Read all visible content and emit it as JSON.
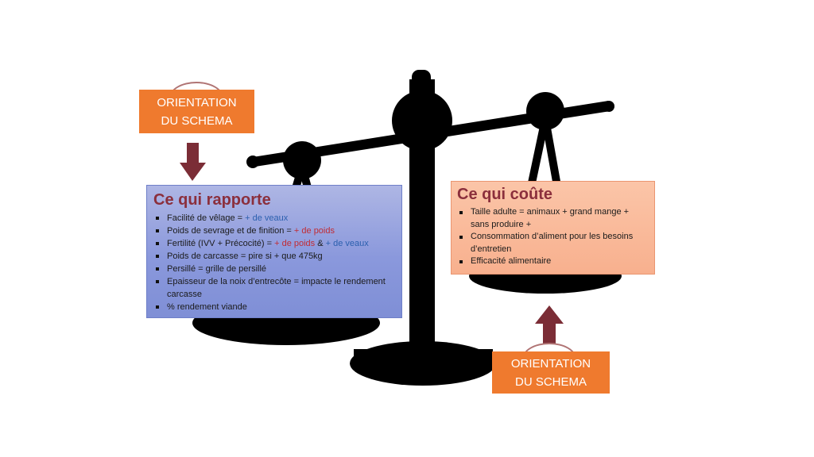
{
  "colors": {
    "scale": "#000000",
    "orientation_box": "#ef7a2e",
    "arrow": "#7b2d36",
    "left_panel": "#8a98dc",
    "right_panel": "#f8b08e",
    "title": "#8b2f3c",
    "highlight_blue": "#2b5fae",
    "highlight_red": "#c12c34"
  },
  "orientation_top": {
    "line1": "ORIENTATION",
    "line2": "DU SCHEMA"
  },
  "orientation_bottom": {
    "line1": "ORIENTATION",
    "line2": "DU SCHEMA"
  },
  "left_panel": {
    "title": "Ce qui rapporte",
    "items": [
      {
        "text": "Facilité de vêlage = ",
        "hl1": "+ de veaux"
      },
      {
        "text": "Poids de sevrage et de finition = ",
        "hl1": "+ de poids"
      },
      {
        "text": "Fertilité (IVV + Précocité) = ",
        "hl1": "+ de poids",
        "mid": " & ",
        "hl2": "+ de veaux"
      },
      {
        "text": "Poids de carcasse = pire si + que 475kg"
      },
      {
        "text": "Persillé = grille de persillé"
      },
      {
        "text": "Epaisseur de la noix d’entrecôte  = impacte le rendement carcasse"
      },
      {
        "text": "% rendement viande"
      }
    ]
  },
  "right_panel": {
    "title": "Ce qui coûte",
    "items": [
      {
        "text": "Taille adulte = animaux + grand mange + sans produire +"
      },
      {
        "text": "Consommation d’aliment pour les besoins d’entretien"
      },
      {
        "text": "Efficacité alimentaire"
      }
    ]
  }
}
